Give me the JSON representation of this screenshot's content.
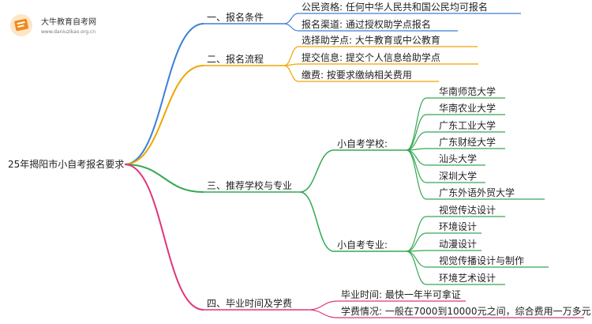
{
  "logo": {
    "title": "大牛教育自考网",
    "url": "www.daniuzikao.org.cn"
  },
  "colors": {
    "blue": "#3b7fd6",
    "orange": "#f0a500",
    "green": "#35a853",
    "pink": "#e0357a",
    "root": "#555555"
  },
  "root": "25年揭阳市小自考报名要求",
  "branches": [
    {
      "label": "一、报名条件",
      "color": "blue",
      "children": [
        "公民资格: 任何中华人民共和国公民均可报名",
        "报名渠道: 通过授权助学点报名"
      ]
    },
    {
      "label": "二、报名流程",
      "color": "orange",
      "children": [
        "选择助学点: 大牛教育或中公教育",
        "提交信息: 提交个人信息给助学点",
        "缴费: 按要求缴纳相关费用"
      ]
    },
    {
      "label": "三、推荐学校与专业",
      "color": "green",
      "groups": [
        {
          "label": "小自考学校:",
          "children": [
            "华南师范大学",
            "华南农业大学",
            "广东工业大学",
            "广东财经大学",
            "汕头大学",
            "深圳大学",
            "广东外语外贸大学"
          ]
        },
        {
          "label": "小自考专业:",
          "children": [
            "视觉传达设计",
            "环境设计",
            "动漫设计",
            "视觉传播设计与制作",
            "环境艺术设计"
          ]
        }
      ]
    },
    {
      "label": "四、毕业时间及学费",
      "color": "pink",
      "children": [
        "毕业时间: 最快一年半可拿证",
        "学费情况: 一般在7000到10000元之间，综合费用一万多元"
      ]
    }
  ]
}
